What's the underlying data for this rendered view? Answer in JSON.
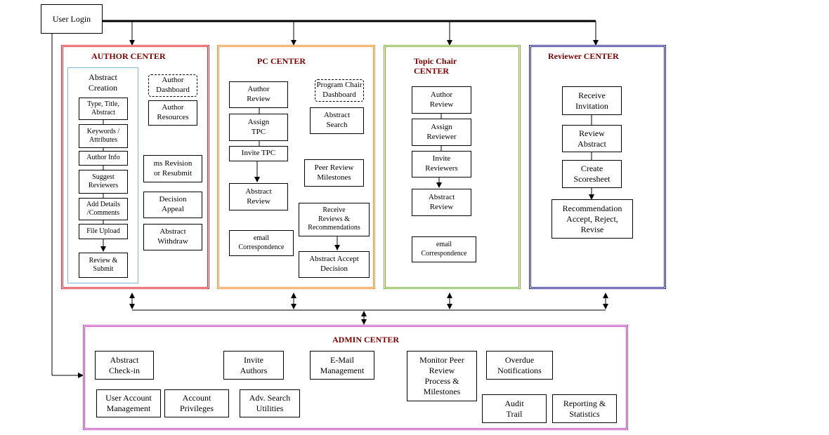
{
  "user_login": "User Login",
  "author_center": {
    "title": "AUTHOR CENTER",
    "creation_title": "Abstract\nCreation",
    "steps": [
      "Type, Title,\nAbstract",
      "Keywords /\nAttributes",
      "Author Info",
      "Suggest\nReviewers",
      "Add Details\n/Comments",
      "File Upload",
      "Review &\nSubmit"
    ],
    "dashboard": "Author\nDashboard",
    "resources": "Author\nResources",
    "revision": "ms Revision\nor Resubmit",
    "appeal": "Decision\nAppeal",
    "withdraw": "Abstract\nWithdraw"
  },
  "pc_center": {
    "title": "PC CENTER",
    "author_review": "Author\nReview",
    "assign_tpc": "Assign\nTPC",
    "invite_tpc": "Invite TPC",
    "abstract_review": "Abstract\nReview",
    "email": "email\nCorrespondence",
    "dashboard": "Program Chair\nDashboard",
    "abstract_search": "Abstract\nSearch",
    "peer_review": "Peer Review\nMilestones",
    "receive_reviews": "Receive\nReviews &\nRecommendations",
    "accept_decision": "Abstract Accept\nDecision"
  },
  "topic_center": {
    "title": "Topic Chair\nCENTER",
    "author_review": "Author\nReview",
    "assign_reviewer": "Assign\nReviewer",
    "invite_reviewers": "Invite\nReviewers",
    "abstract_review": "Abstract\nReview",
    "email": "email\nCorrespondence"
  },
  "reviewer_center": {
    "title": "Reviewer CENTER",
    "receive_invitation": "Receive\nInvitation",
    "review_abstract": "Review\nAbstract",
    "create_scoresheet": "Create\nScoresheet",
    "recommendation": "Recommendation\nAccept, Reject,\nRevise"
  },
  "admin_center": {
    "title": "ADMIN CENTER",
    "checkin": "Abstract\nCheck-in",
    "invite_authors": "Invite\nAuthors",
    "email_mgmt": "E-Mail\nManagement",
    "monitor": "Monitor Peer\nReview\nProcess &\nMilestones",
    "overdue": "Overdue\nNotifications",
    "user_account": "User Account\nManagement",
    "privileges": "Account\nPrivileges",
    "adv_search": "Adv. Search\nUtilities",
    "audit": "Audit\nTrail",
    "reporting": "Reporting &\nStatistics"
  },
  "colors": {
    "author_border": "#e0202a",
    "pc_border": "#f08a2a",
    "topic_border": "#7fb03a",
    "reviewer_border": "#1c1c8c",
    "admin_border": "#c040c0",
    "creation_border": "#7fb8d8",
    "title_color": "#7a0000"
  }
}
